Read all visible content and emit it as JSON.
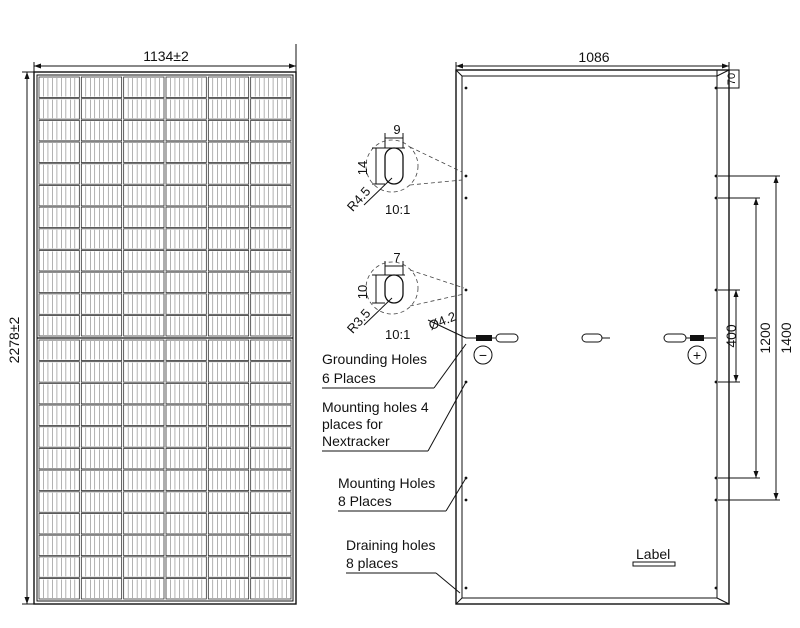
{
  "front_view": {
    "width_label": "1134±2",
    "height_label": "2278±2",
    "cell_columns": 6,
    "cells_per_half": 12
  },
  "rear_view": {
    "width_label": "1086",
    "frame_label": "70",
    "dim_400": "400",
    "dim_1200": "1200",
    "dim_1400": "1400",
    "minus_symbol": "−",
    "plus_symbol": "+",
    "label_text": "Label"
  },
  "detail_top": {
    "width": "9",
    "height": "14",
    "radius": "R4.5",
    "scale": "10:1"
  },
  "detail_bottom": {
    "width": "7",
    "height": "10",
    "radius": "R3.5",
    "scale": "10:1",
    "diameter": "Ø4.2"
  },
  "callouts": {
    "grounding_1": "Grounding Holes",
    "grounding_2": "6 Places",
    "nextracker_1": "Mounting holes 4",
    "nextracker_2": "places for",
    "nextracker_3": "Nextracker",
    "mounting_1": "Mounting Holes",
    "mounting_2": "8 Places",
    "draining_1": "Draining holes",
    "draining_2": "8 places"
  }
}
